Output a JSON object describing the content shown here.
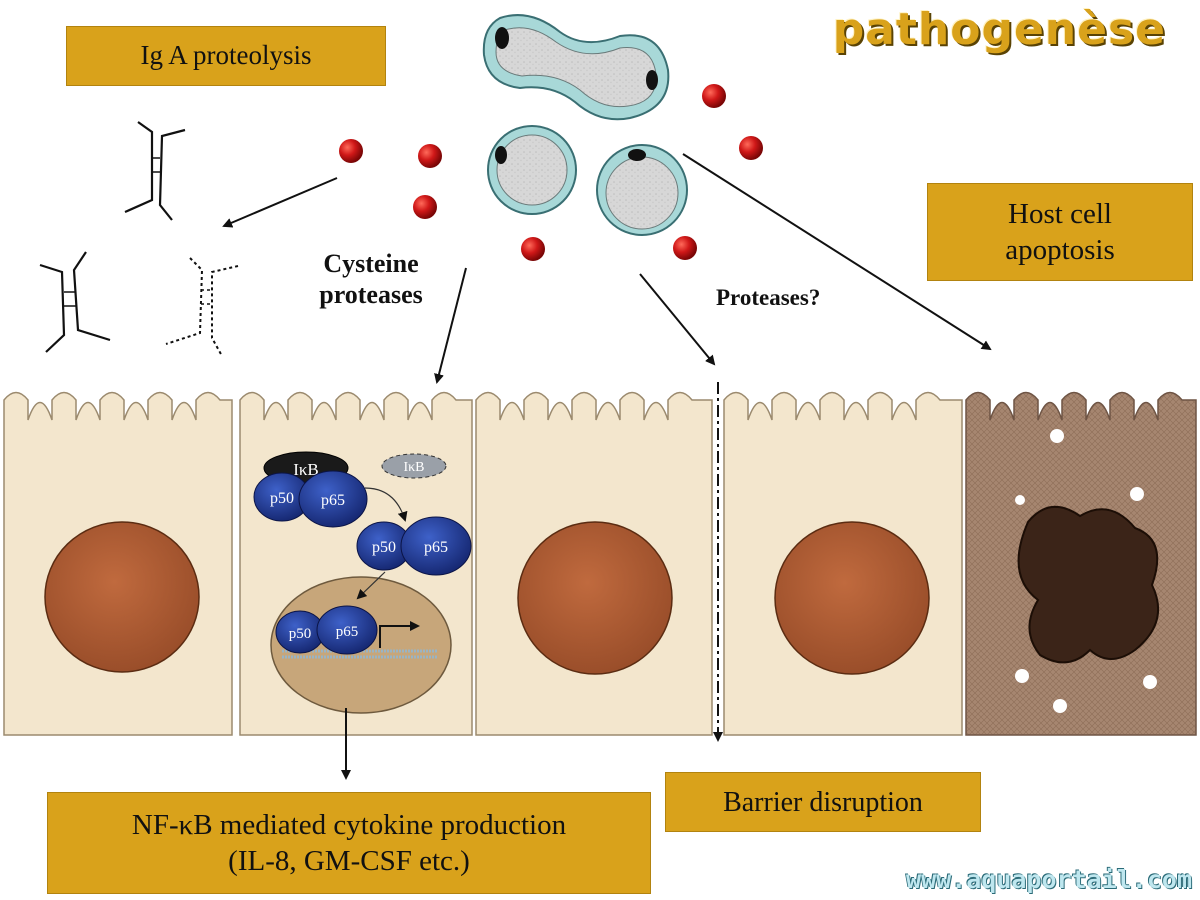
{
  "brand": "pathogenèse",
  "watermark": "www.aquaportail.com",
  "boxes": {
    "iga": "Ig A proteolysis",
    "apoptosis": "Host cell\napoptosis",
    "barrier": "Barrier disruption",
    "nfkb": "NF-κB mediated cytokine production\n(IL-8, GM-CSF etc.)"
  },
  "labels": {
    "cysteine": "Cysteine\nproteases",
    "proteases_q": "Proteases?"
  },
  "molecules": {
    "ikb": "IκB",
    "ikb_released": "IκB",
    "p50": "p50",
    "p65": "p65"
  },
  "colors": {
    "box_fill": "#d9a21b",
    "cell_fill": "#f3e6cd",
    "nucleus": "#b35e34",
    "apoptotic_cell": "#9c7b67",
    "protease_dot": "#c01414",
    "nfkb_subunit": "#1f3a99",
    "parasite_wall": "#a8d8d8"
  }
}
